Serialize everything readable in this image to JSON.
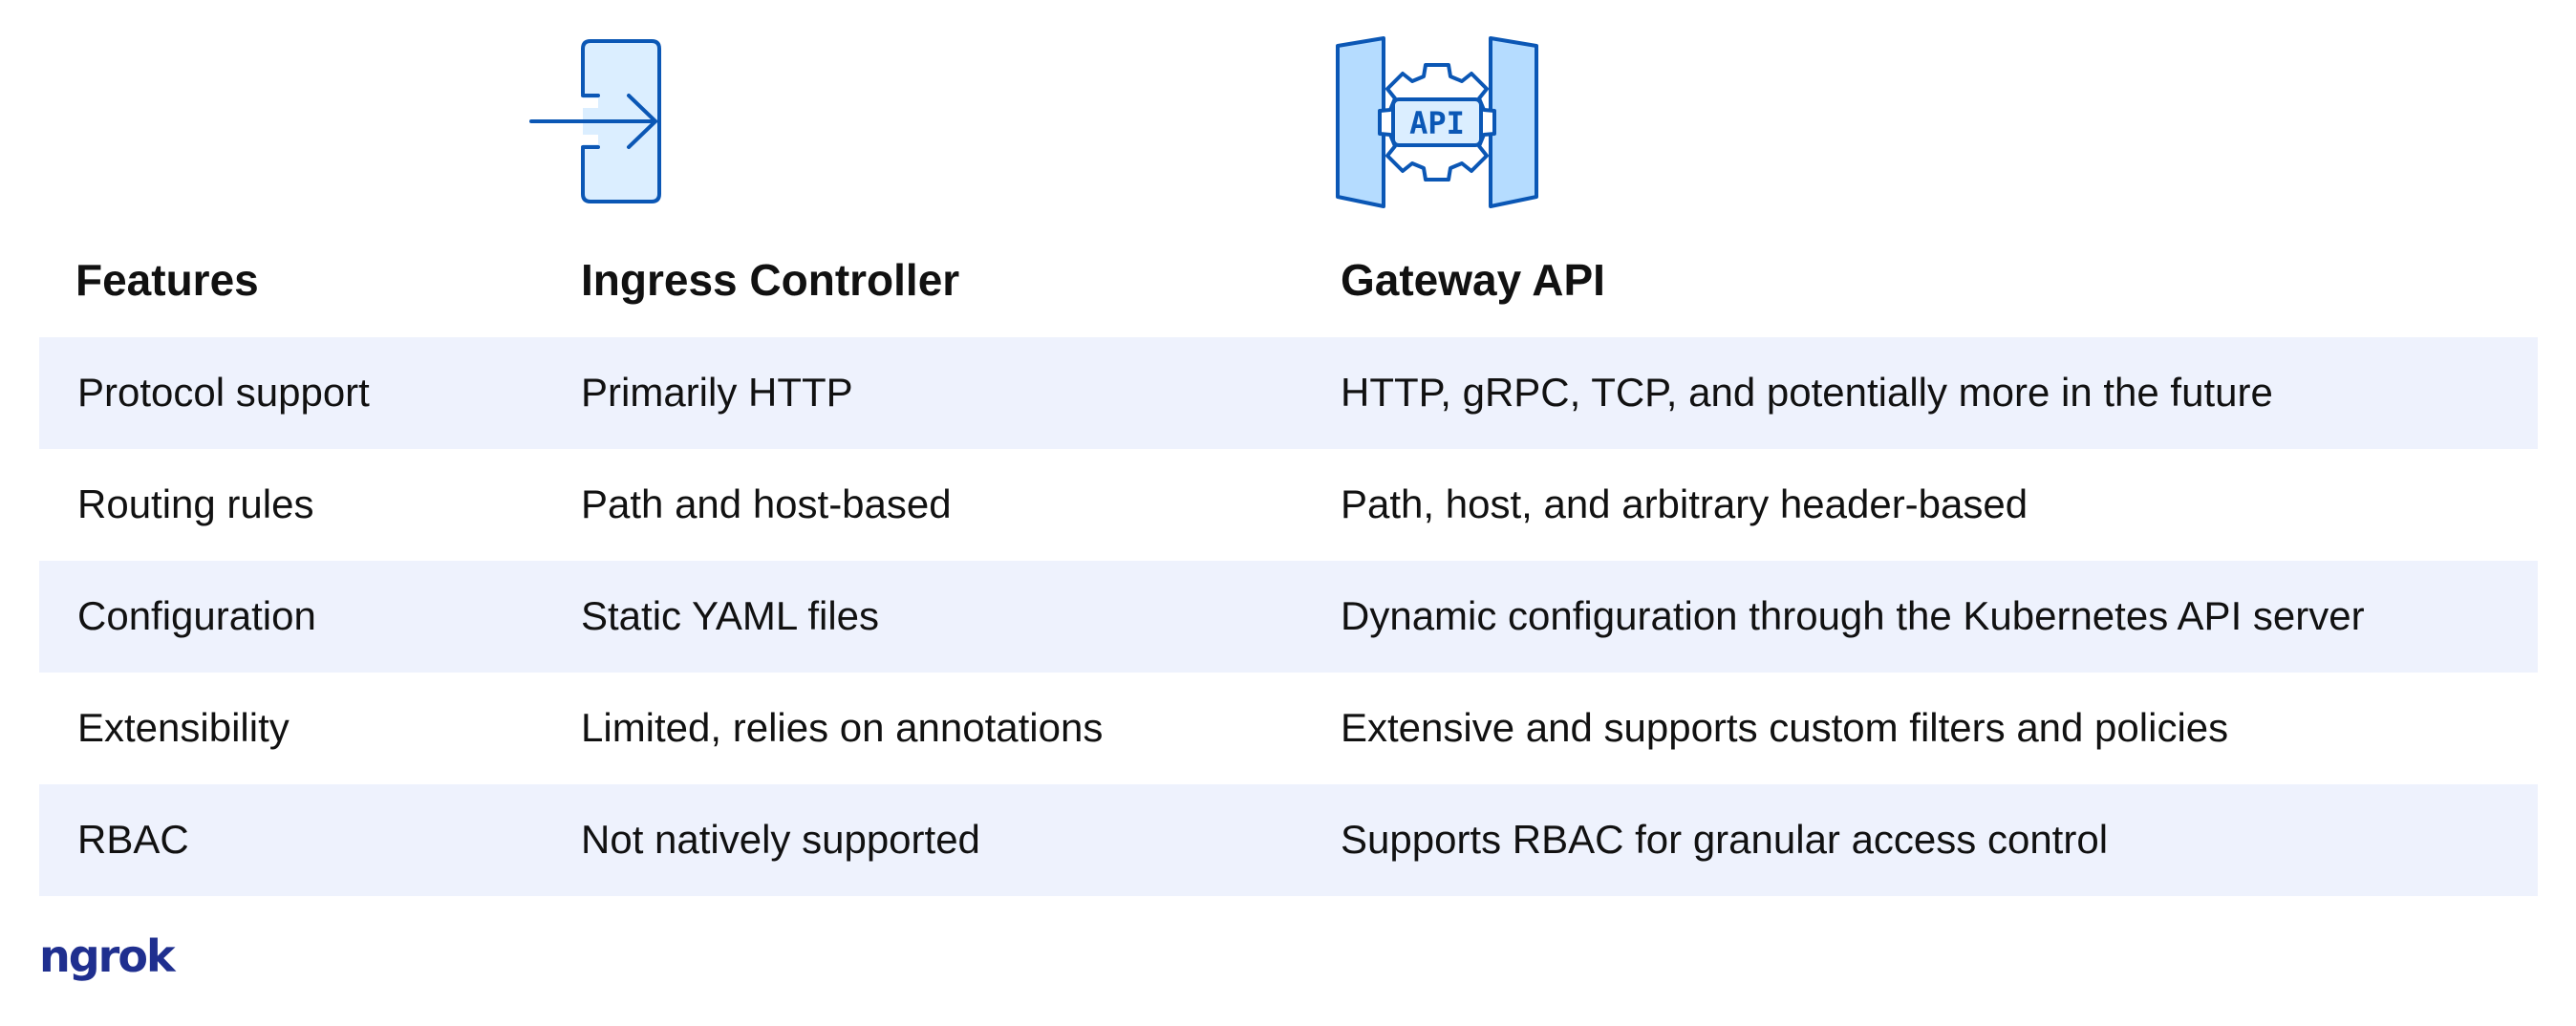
{
  "table": {
    "headers": [
      "Features",
      "Ingress Controller",
      "Gateway API"
    ],
    "rows": [
      [
        "Protocol support",
        "Primarily HTTP",
        "HTTP, gRPC, TCP, and potentially more in the future"
      ],
      [
        "Routing rules",
        "Path and host-based",
        "Path, host, and arbitrary header-based"
      ],
      [
        "Configuration",
        "Static YAML files",
        "Dynamic configuration through the Kubernetes API server"
      ],
      [
        "Extensibility",
        "Limited, relies on annotations",
        "Extensive and supports custom filters and policies"
      ],
      [
        "RBAC",
        "Not natively supported",
        "Supports RBAC for granular access control"
      ]
    ]
  },
  "icons": {
    "ingress": "login-arrow-icon",
    "gateway": "api-gateway-icon",
    "gateway_label": "API"
  },
  "brand": {
    "logo_text": "ngrok",
    "color": "#1f2f8f"
  },
  "colors": {
    "icon_stroke": "#0b57b5",
    "icon_fill": "#dbeeff",
    "row_shade": "#eef2fd"
  }
}
